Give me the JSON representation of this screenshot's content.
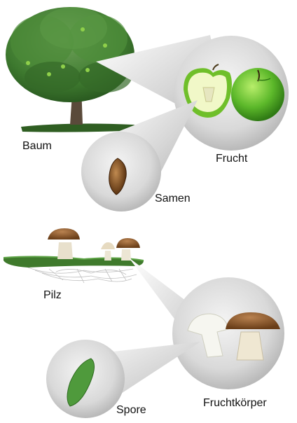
{
  "top": {
    "labels": {
      "tree": "Baum",
      "fruit": "Frucht",
      "seed": "Samen"
    }
  },
  "bottom": {
    "labels": {
      "mushroom": "Pilz",
      "spore": "Spore",
      "fruiting_body": "Fruchtkörper"
    }
  },
  "colors": {
    "foliage": "#3e7a2f",
    "apple_green": "#5cb82a",
    "trunk": "#5a4a3a",
    "mushroom_cap": "#8a5a2b",
    "spore": "#4f9a3c",
    "zoom_cone": "#c8c8c8"
  }
}
